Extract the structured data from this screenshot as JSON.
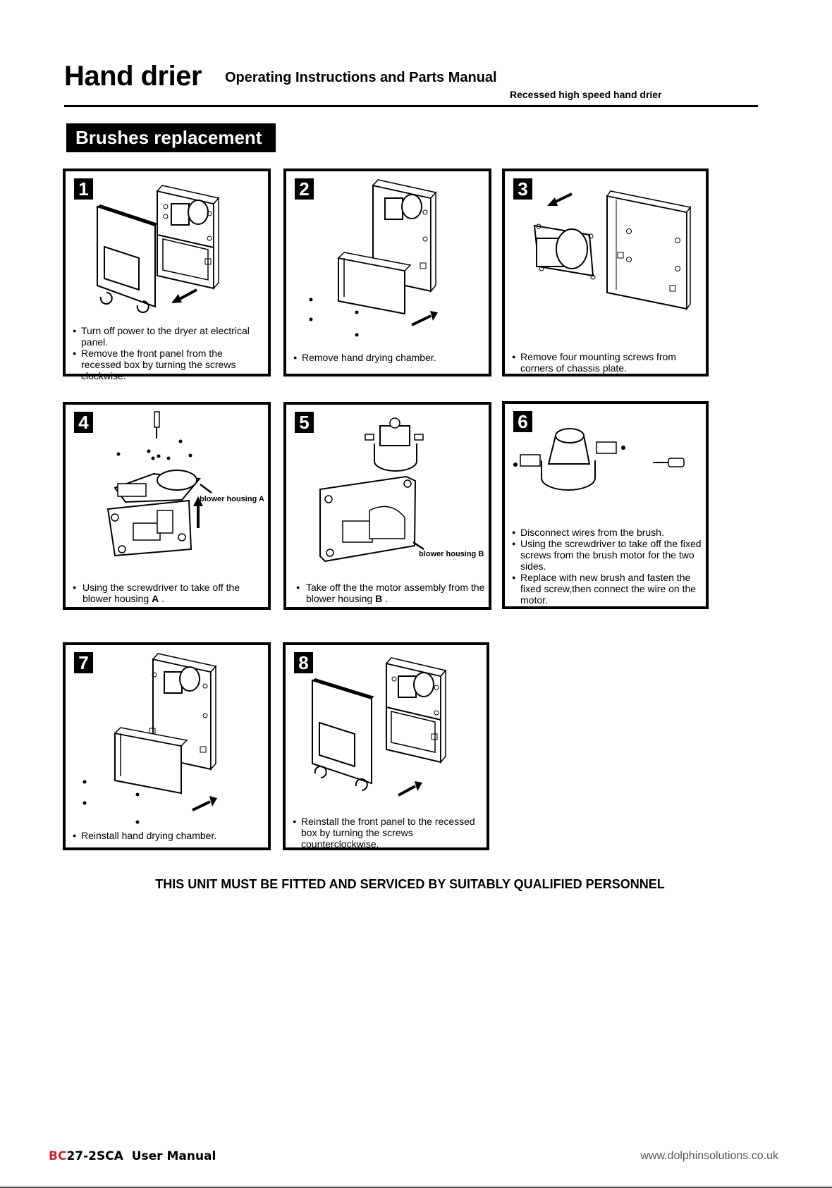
{
  "header": {
    "title": "Hand drier",
    "subtitle": "Operating Instructions and Parts Manual",
    "model_description": "Recessed high speed hand drier"
  },
  "section_title": "Brushes replacement",
  "steps": [
    {
      "number": "1",
      "notes": [
        "Turn off power to the dryer at electrical panel.",
        "Remove the front panel from the recessed box by turning the screws clockwise."
      ]
    },
    {
      "number": "2",
      "notes": [
        "Remove hand drying chamber."
      ]
    },
    {
      "number": "3",
      "notes": [
        "Remove four mounting screws from corners of chassis plate."
      ]
    },
    {
      "number": "4",
      "label": "blower housing A",
      "note_prefix": "Using the screwdriver to take off the blower housing ",
      "note_emph": "A",
      "note_suffix": " ."
    },
    {
      "number": "5",
      "label": "blower housing B",
      "note_prefix": "Take off the the motor assembly from the blower housing ",
      "note_emph": "B",
      "note_suffix": " ."
    },
    {
      "number": "6",
      "notes": [
        "Disconnect wires from the brush.",
        "Using the screwdriver to take off the fixed screws from the brush motor for the two sides.",
        "Replace with new brush and fasten the fixed screw,then connect the wire on the motor."
      ]
    },
    {
      "number": "7",
      "notes": [
        "Reinstall hand drying chamber."
      ]
    },
    {
      "number": "8",
      "notes": [
        "Reinstall the front panel to the recessed box by turning the screws counterclockwise."
      ]
    }
  ],
  "warning": "THIS UNIT MUST BE FITTED AND SERVICED BY SUITABLY QUALIFIED PERSONNEL",
  "footer": {
    "model_prefix": "BC",
    "model_rest": "27-2SCA  User Manual",
    "url": "www.dolphinsolutions.co.uk"
  }
}
